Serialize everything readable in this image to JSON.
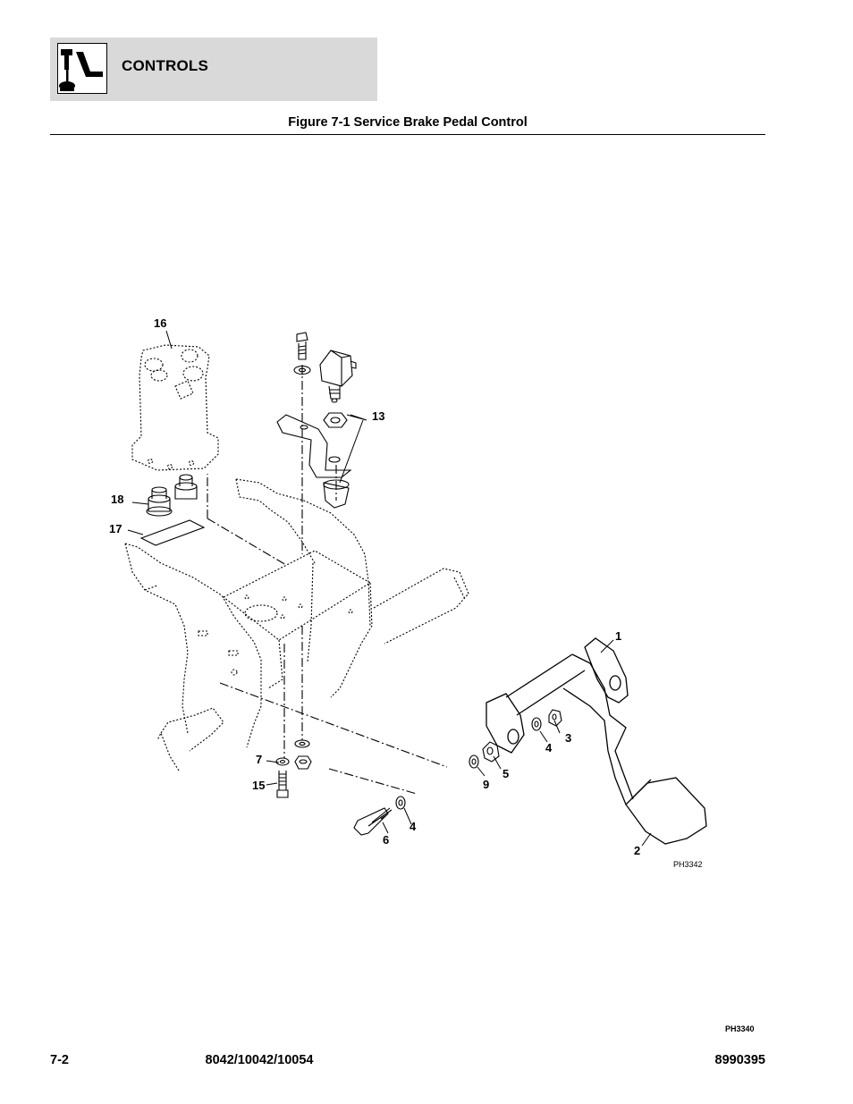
{
  "header": {
    "section_title": "CONTROLS",
    "icon": "joystick-control-icon"
  },
  "figure": {
    "title": "Figure 7-1 Service Brake Pedal Control",
    "drawing_code": "PH3342",
    "callouts": [
      "16",
      "13",
      "18",
      "17",
      "1",
      "3",
      "4",
      "5",
      "9",
      "7",
      "15",
      "6",
      "4",
      "2"
    ]
  },
  "image_code": "PH3340",
  "footer": {
    "page": "7-2",
    "models": "8042/10042/10054",
    "doc_number": "8990395"
  }
}
